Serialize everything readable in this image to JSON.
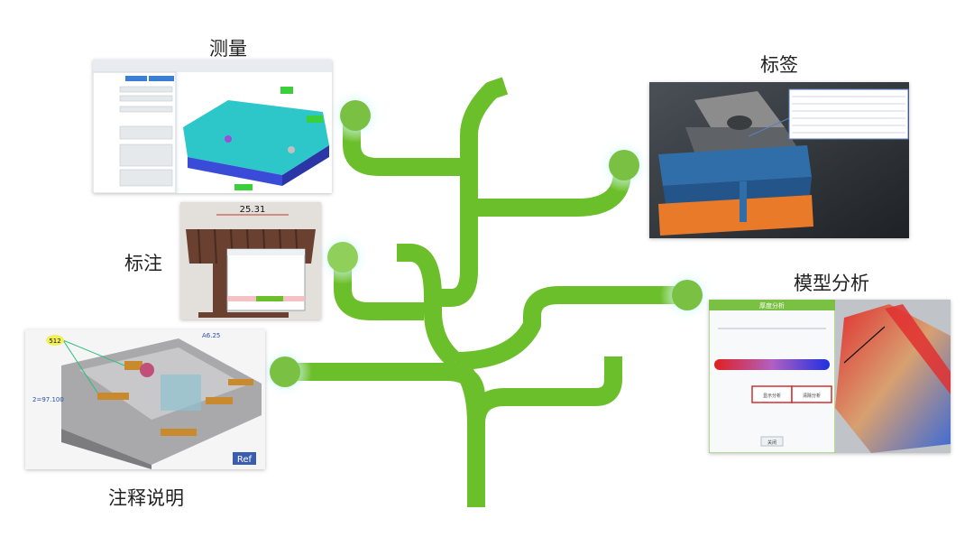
{
  "labels": {
    "measure": "测量",
    "tag": "标签",
    "dimension": "标注",
    "model_analysis": "模型分析",
    "annotation": "注释说明"
  },
  "thumbs": {
    "dimension_value": "25.31",
    "annotation_a": "512",
    "annotation_b": "A6.25",
    "annotation_c": "2=97.100",
    "annotation_ref": "Ref",
    "analysis_title": "厚度分析",
    "analysis_btn_1": "显示分析",
    "analysis_btn_2": "清除分析",
    "analysis_close": "关闭"
  },
  "colors": {
    "tree_green": "#6bbf2a",
    "node_green": "#7ac143",
    "teal_part": "#2ec7c9",
    "orange_part": "#e87a2a"
  }
}
